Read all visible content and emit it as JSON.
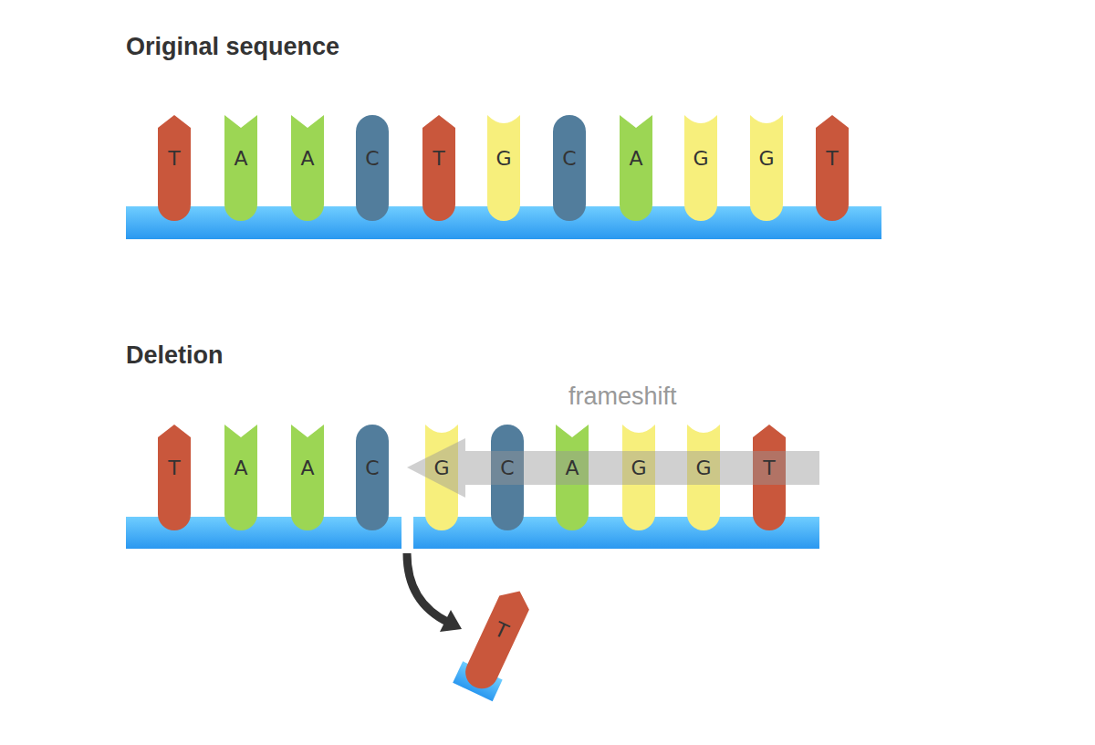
{
  "diagram": {
    "nodes": [
      {
        "text": [
          "T"
        ]
      },
      {
        "text": [
          "A"
        ]
      },
      {
        "text": [
          "A"
        ]
      },
      {
        "text": [
          "C"
        ]
      },
      {
        "text": [
          "T"
        ]
      },
      {
        "text": [
          "G"
        ]
      },
      {
        "text": [
          "C"
        ]
      },
      {
        "text": [
          "A"
        ]
      },
      {
        "text": [
          "G"
        ]
      },
      {
        "text": [
          "G"
        ]
      },
      {
        "text": [
          "T"
        ]
      },
      {
        "text": [
          "T"
        ]
      },
      {
        "text": [
          "A"
        ]
      },
      {
        "text": [
          "A"
        ]
      },
      {
        "text": [
          "C"
        ]
      },
      {
        "text": [
          "G"
        ]
      },
      {
        "text": [
          "C"
        ]
      },
      {
        "text": [
          "A"
        ]
      },
      {
        "text": [
          "G"
        ]
      },
      {
        "text": [
          "G"
        ]
      },
      {
        "text": [
          "T"
        ]
      },
      {
        "text": [
          "T"
        ]
      }
    ],
    "labels": [
      "Original sequence",
      "Deletion",
      "frameshift"
    ]
  }
}
